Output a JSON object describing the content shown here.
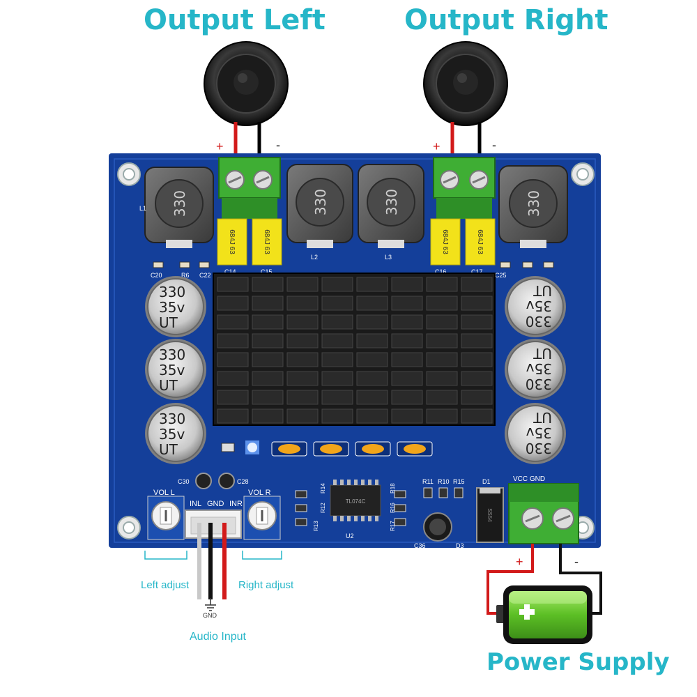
{
  "titles": {
    "output_left": "Output   Left",
    "output_right": "Output   Right",
    "power_supply": "Power Supply",
    "audio_input": "Audio Input",
    "left_adjust": "Left   adjust",
    "right_adjust": "Right   adjust",
    "gnd": "GND"
  },
  "polarity": {
    "plus": "+",
    "minus": "-"
  },
  "board": {
    "inductor_value": "330",
    "film_cap_value": "684J 63",
    "electrolytic_lines": [
      "330",
      "35v",
      "UT"
    ],
    "chip_label": "TL074C",
    "ref_labels": {
      "L1": "L1",
      "L2": "L2",
      "L3": "L3",
      "C14": "C14",
      "C15": "C15",
      "C16": "C16",
      "C17": "C17",
      "C20": "C20",
      "R6": "R6",
      "C22": "C22",
      "C25": "C25",
      "C30": "C30",
      "C28": "C28",
      "C36": "C36",
      "R11": "R11",
      "R10": "R10",
      "R15": "R15",
      "D1": "D1",
      "D3": "D3",
      "U2": "U2",
      "R13": "R13",
      "R12": "R12",
      "R14": "R14",
      "R17": "R17",
      "R16": "R16",
      "R18": "R18",
      "vol_l": "VOL  L",
      "vol_r": "VOL  R",
      "inl": "INL",
      "gnd": "GND",
      "inr": "INR",
      "vcc_gnd": "VCC  GND",
      "ss54": "SS54"
    }
  },
  "colors": {
    "pcb_blue": "#143f9a",
    "pcb_dark": "#0d2f7a",
    "terminal_green": "#3fae34",
    "film_cap_yellow": "#f2e21a",
    "accent_cyan": "#26b6c8",
    "wire_red": "#d21a1a",
    "battery_green": "#7cd13a"
  }
}
